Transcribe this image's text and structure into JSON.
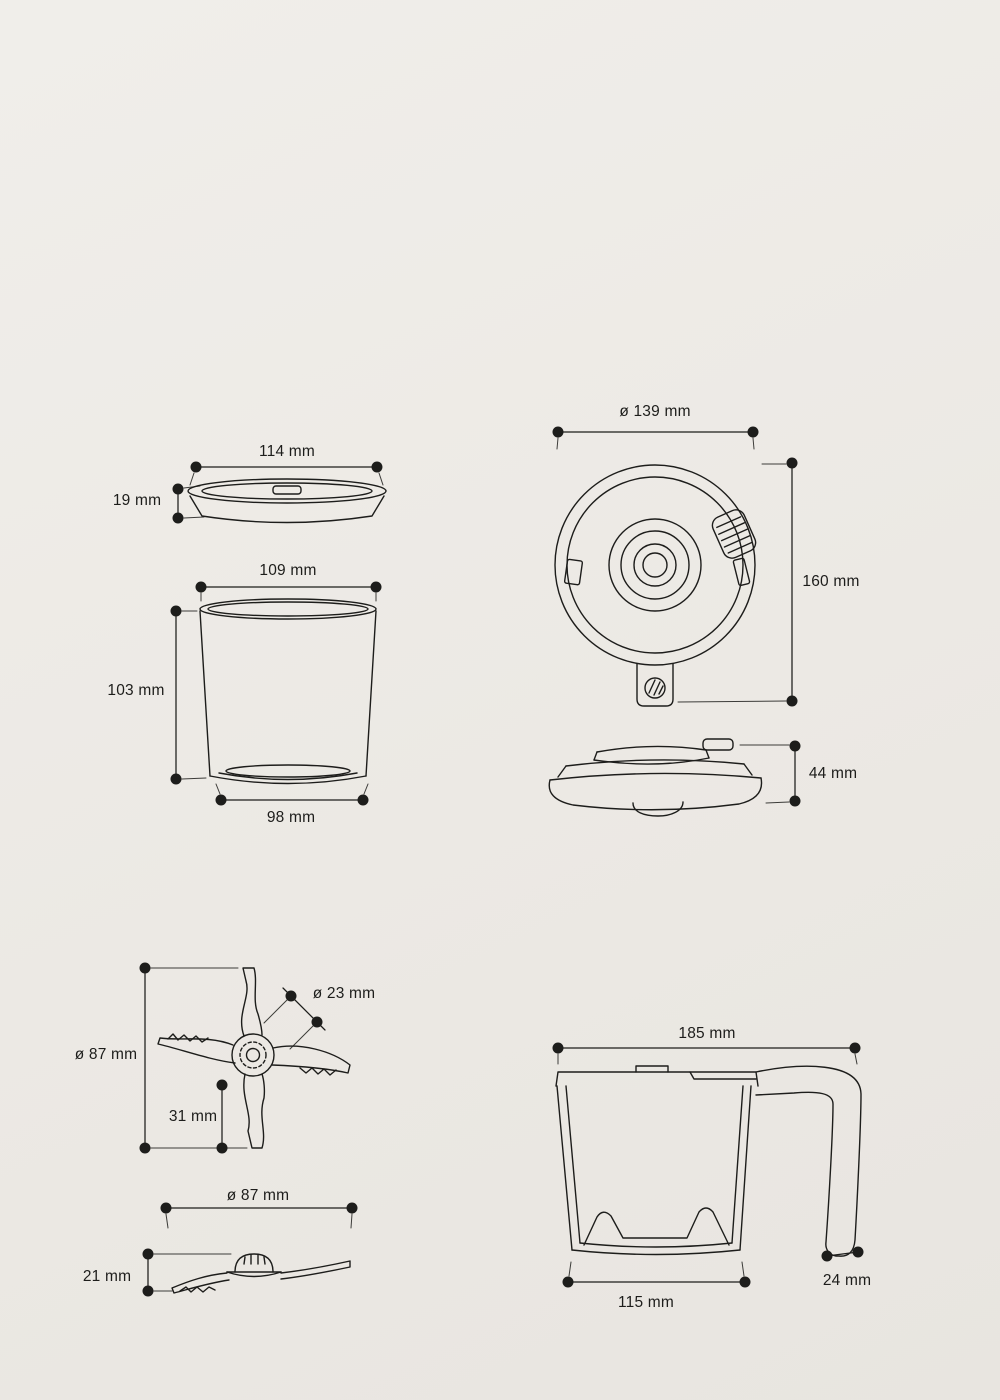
{
  "page": {
    "background": "#eceae5",
    "ink": "#1d1d1b"
  },
  "figures": {
    "lid": {
      "width": "114 mm",
      "height": "19 mm"
    },
    "cup": {
      "top_width": "109 mm",
      "height": "103 mm",
      "bottom_width": "98 mm"
    },
    "head": {
      "diameter": "ø 139 mm",
      "height": "160 mm"
    },
    "base": {
      "height": "44 mm"
    },
    "cross_blade": {
      "hub_diameter": "ø 23 mm",
      "diameter": "ø 87 mm",
      "arm_length": "31 mm"
    },
    "flat_blade": {
      "diameter": "ø 87 mm",
      "height": "21 mm"
    },
    "jug": {
      "width": "185 mm",
      "bottom_width": "115 mm",
      "handle_width": "24 mm"
    }
  }
}
